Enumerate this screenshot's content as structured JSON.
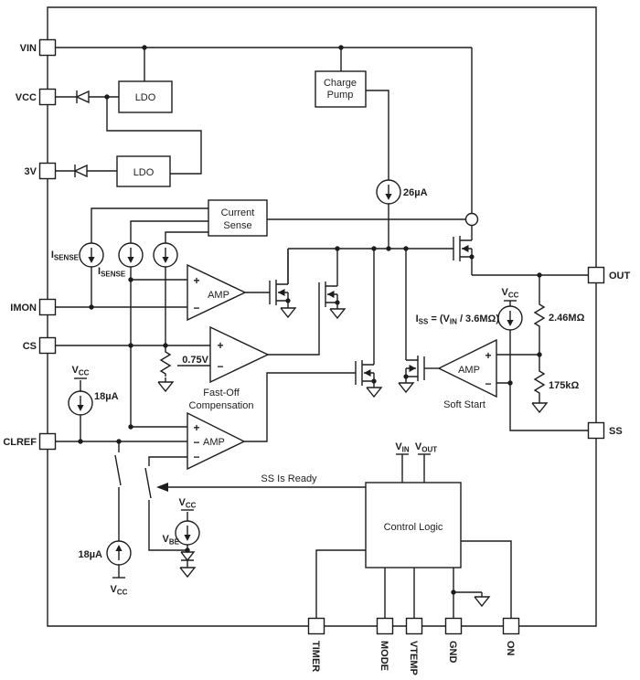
{
  "colors": {
    "line": "#1d1d1d",
    "bg": "#ffffff"
  },
  "pins": {
    "vin": "VIN",
    "vcc": "VCC",
    "v3": "3V",
    "imon": "IMON",
    "cs": "CS",
    "clref": "CLREF",
    "out": "OUT",
    "ss": "SS",
    "timer": "TIMER",
    "mode": "MODE",
    "vtemp": "VTEMP",
    "gnd": "GND",
    "on": "ON"
  },
  "blocks": {
    "ldo": "LDO",
    "charge_pump": [
      "Charge",
      "Pump"
    ],
    "current_sense": [
      "Current",
      "Sense"
    ],
    "control_logic": "Control Logic"
  },
  "amps": {
    "amp": "AMP",
    "fast_off": [
      "Fast-Off",
      "Compensation"
    ],
    "soft_start": "Soft Start"
  },
  "values": {
    "i26": "26µA",
    "i18": "18µA",
    "v075": "0.75V",
    "r_top": "2.46MΩ",
    "r_bottom": "175kΩ"
  },
  "labels": {
    "vcc": {
      "base": "V",
      "sub": "CC"
    },
    "vbe": {
      "base": "V",
      "sub": "BE"
    },
    "vin": {
      "base": "V",
      "sub": "IN"
    },
    "vout": {
      "base": "V",
      "sub": "OUT"
    },
    "isense": {
      "base": "I",
      "sub": "SENSE"
    },
    "iss": {
      "p1": "I",
      "s1": "SS",
      "p2": " = (V",
      "s2": "IN",
      "p3": " / 3.6MΩ)"
    },
    "ss_ready": "SS Is Ready"
  },
  "symbols": {
    "plus": "+",
    "minus": "−"
  }
}
